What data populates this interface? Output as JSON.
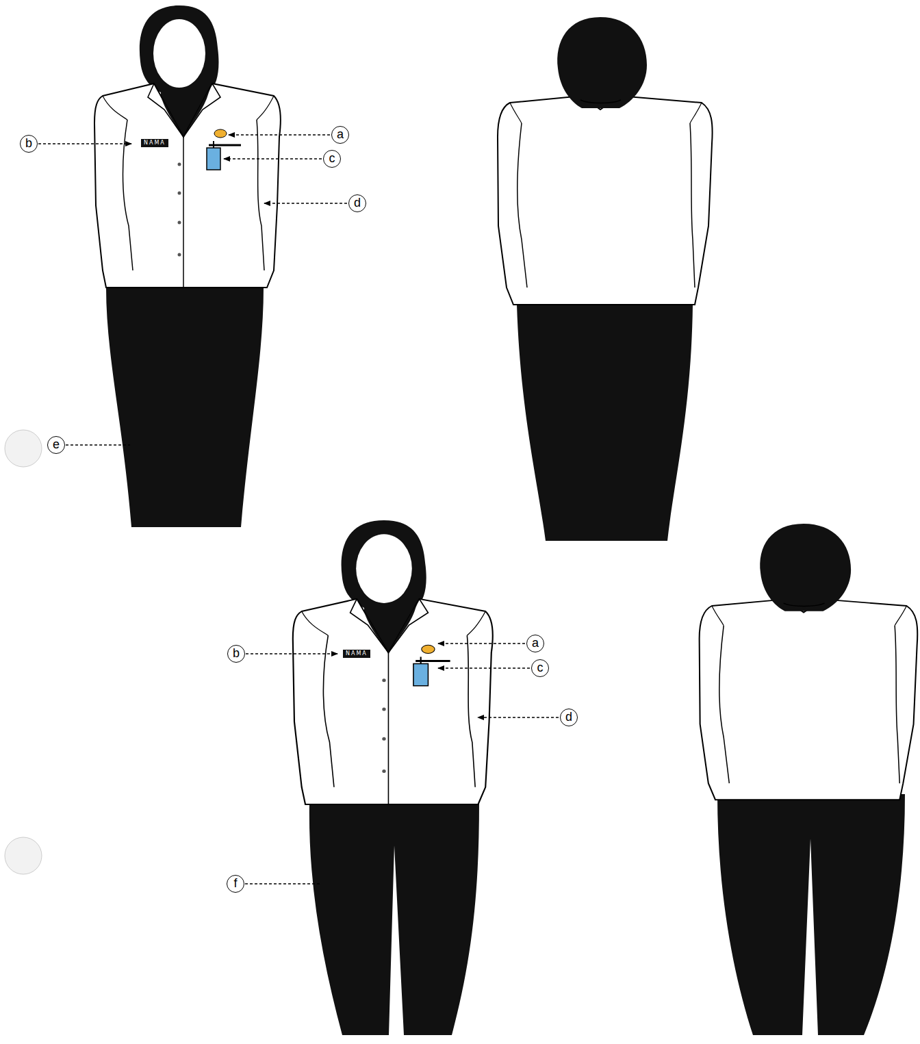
{
  "diagram": {
    "nodes": [
      {
        "text": [
          "NAMA"
        ]
      },
      {
        "text": [
          "NAMA"
        ]
      }
    ],
    "labels": [
      "a",
      "b",
      "c",
      "d",
      "e",
      "a",
      "b",
      "c",
      "d",
      "f"
    ]
  }
}
